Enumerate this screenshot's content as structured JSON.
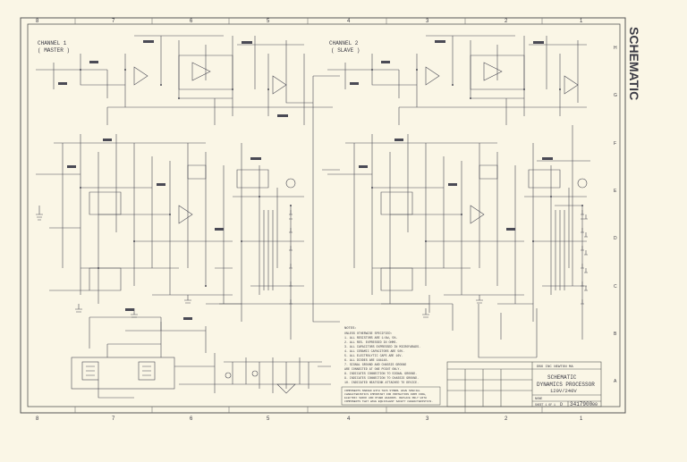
{
  "sheet": {
    "side_title": "SCHEMATIC",
    "zone_columns_top": [
      "8",
      "7",
      "6",
      "5",
      "4",
      "3",
      "2",
      "1"
    ],
    "zone_columns_bottom": [
      "8",
      "7",
      "6",
      "5",
      "4",
      "3",
      "2",
      "1"
    ],
    "zone_rows_right": [
      "H",
      "G",
      "F",
      "E",
      "D",
      "C",
      "B",
      "A"
    ]
  },
  "channels": {
    "ch1_line1": "CHANNEL 1",
    "ch1_line2": "( MASTER )",
    "ch2_line1": "CHANNEL 2",
    "ch2_line2": "( SLAVE )"
  },
  "notes": {
    "header": "NOTES:",
    "lines": [
      "UNLESS OTHERWISE SPECIFIED:",
      "1. ALL RESISTORS ARE 1/4W, 5%.",
      "2. ALL RES. EXPRESSED IN OHMS.",
      "3. ALL CAPACITORS EXPRESSED IN MICROFARADS.",
      "4. ALL CERAMIC CAPACITORS ARE 50V.",
      "5. ALL ELECTROLYTIC CAPS ARE 16V.",
      "6. ALL DIODES ARE 1N4148.",
      "7. SIGNAL GROUND AND CHASSIS GROUND",
      "   ARE CONNECTED AT ONE POINT ONLY.",
      "8. INDICATES CONNECTION TO SIGNAL GROUND.",
      "9. INDICATES CONNECTION TO CHASSIS GROUND.",
      "10. INDICATED HEATSINK ATTACHED TO DEVICE."
    ],
    "warning_lines": [
      "COMPONENTS MARKED WITH THIS SYMBOL HAVE SPECIAL",
      "CHARACTERISTICS IMPORTANT FOR PROTECTION FROM FIRE,",
      "ELECTRIC SHOCK AND OTHER HAZARDS. REPLACE ONLY WITH",
      "COMPONENTS THAT HAVE EQUIVALENT SAFETY CHARACTERISTICS."
    ]
  },
  "title_block": {
    "company": "DBX INC NEWTON MA",
    "schematic_label": "SCHEMATIC",
    "product_line1": "DYNAMICS PROCESSOR",
    "product_line2": "120V/240V",
    "drawing_number": "3417900",
    "scale": "NONE",
    "sheet_label": "SHEET 1 OF 1",
    "size": "D",
    "rev": "00"
  }
}
